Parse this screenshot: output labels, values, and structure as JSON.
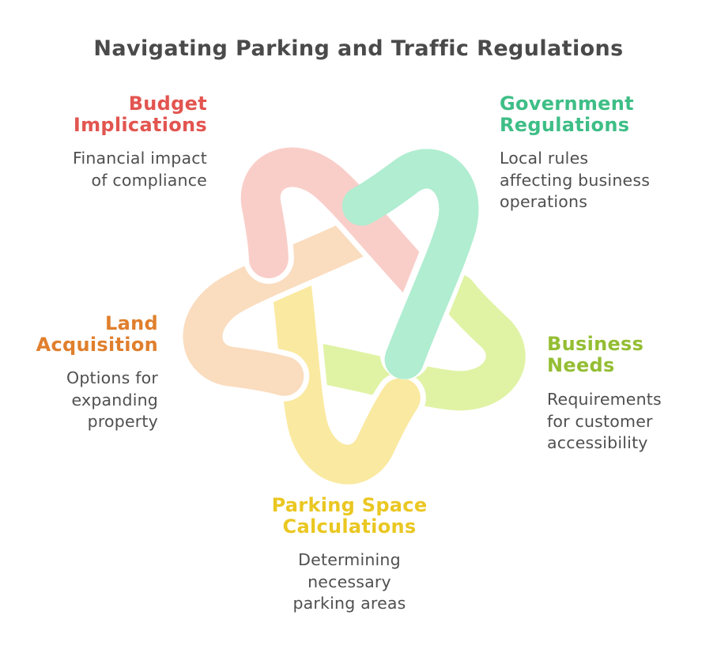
{
  "title": "Navigating Parking and Traffic Regulations",
  "title_color": "#4a4a4a",
  "body_text_color": "#4f4f4f",
  "background_color": "#ffffff",
  "knot_outline_color": "#ffffff",
  "sections": [
    {
      "id": "budget-implications",
      "heading_lines": [
        "Budget",
        "Implications"
      ],
      "desc_lines": [
        "Financial impact",
        "of compliance"
      ],
      "heading_color": "#e25550",
      "loop_color": "#f9cec9",
      "position": "top-left"
    },
    {
      "id": "government-regulations",
      "heading_lines": [
        "Government",
        "Regulations"
      ],
      "desc_lines": [
        "Local rules",
        "affecting business",
        "operations"
      ],
      "heading_color": "#3ebe86",
      "loop_color": "#b0edd1",
      "position": "top-right"
    },
    {
      "id": "land-acquisition",
      "heading_lines": [
        "Land",
        "Acquisition"
      ],
      "desc_lines": [
        "Options for",
        "expanding",
        "property"
      ],
      "heading_color": "#e07f2d",
      "loop_color": "#fadcbe",
      "position": "middle-left"
    },
    {
      "id": "business-needs",
      "heading_lines": [
        "Business Needs"
      ],
      "desc_lines": [
        "Requirements",
        "for customer",
        "accessibility"
      ],
      "heading_color": "#94be33",
      "loop_color": "#e0f3a5",
      "position": "middle-right"
    },
    {
      "id": "parking-space-calculations",
      "heading_lines": [
        "Parking Space",
        "Calculations"
      ],
      "desc_lines": [
        "Determining",
        "necessary",
        "parking areas"
      ],
      "heading_color": "#eac722",
      "loop_color": "#fae9a0",
      "position": "bottom-center"
    }
  ]
}
